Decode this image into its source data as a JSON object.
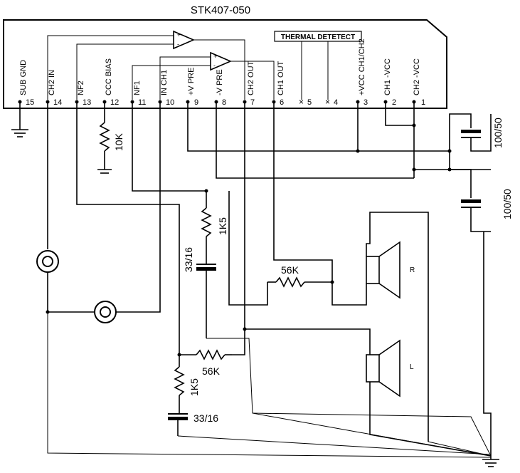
{
  "title": "STK407-050",
  "thermal_label": "THERMAL DETETECT",
  "pins": [
    {
      "num": "15",
      "label": "SUB GND"
    },
    {
      "num": "14",
      "label": "CH2 IN"
    },
    {
      "num": "13",
      "label": "NF2"
    },
    {
      "num": "12",
      "label": "CCC BIAS"
    },
    {
      "num": "11",
      "label": "NF1"
    },
    {
      "num": "10",
      "label": "IN CH1"
    },
    {
      "num": "9",
      "label": "+V PRE"
    },
    {
      "num": "8",
      "label": "-V PRE"
    },
    {
      "num": "7",
      "label": "CH2 OUT"
    },
    {
      "num": "6",
      "label": "CH1 OUT"
    },
    {
      "num": "5",
      "label": ""
    },
    {
      "num": "4",
      "label": ""
    },
    {
      "num": "3",
      "label": "+VCC CH1/CH2"
    },
    {
      "num": "2",
      "label": "CH1 -VCC"
    },
    {
      "num": "1",
      "label": "CH2 -VCC"
    }
  ],
  "components": {
    "r_bias": "10K",
    "r_fb1": "1K5",
    "c_fb1": "33/16",
    "r_56k_r": "56K",
    "r_fb2": "1K5",
    "c_fb2": "33/16",
    "r_56k_l": "56K",
    "cap_top": "100/50",
    "cap_bottom": "100/50",
    "speaker_r": "R",
    "speaker_l": "L"
  }
}
